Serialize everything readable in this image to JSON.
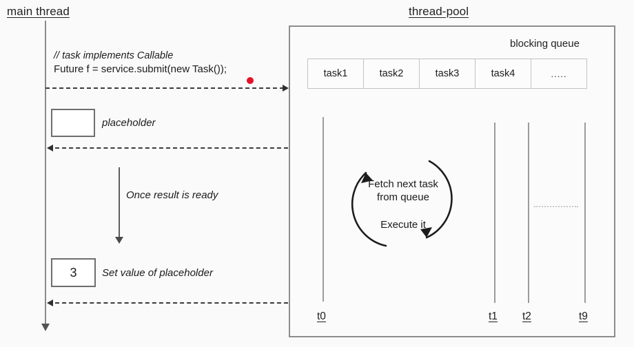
{
  "lanes": {
    "main_thread_title": "main thread",
    "thread_pool_title": "thread-pool"
  },
  "main_thread": {
    "code_comment": "// task implements Callable",
    "code_line": "Future f =  service.submit(new Task());",
    "placeholder_box_value": "",
    "placeholder_label": "placeholder",
    "once_ready_label": "Once result is ready",
    "result_box_value": "3",
    "set_value_label": "Set value of placeholder"
  },
  "thread_pool": {
    "blocking_queue_label": "blocking queue",
    "queue_cells": [
      {
        "label": "task1"
      },
      {
        "label": "task2"
      },
      {
        "label": "task3"
      },
      {
        "label": "task4"
      },
      {
        "label": "....."
      }
    ],
    "cycle": {
      "line1": "Fetch next task",
      "line2": "from queue",
      "line3": "Execute it"
    },
    "workers": [
      {
        "id": "t0",
        "label": "t0"
      },
      {
        "id": "t1",
        "label": "t1"
      },
      {
        "id": "t2",
        "label": "t2"
      },
      {
        "id": "t9",
        "label": "t9"
      }
    ]
  },
  "colors": {
    "background": "#fafafa",
    "accent_dot": "#e8102a",
    "line": "#8d8d8d",
    "text": "#1c1c1c"
  }
}
